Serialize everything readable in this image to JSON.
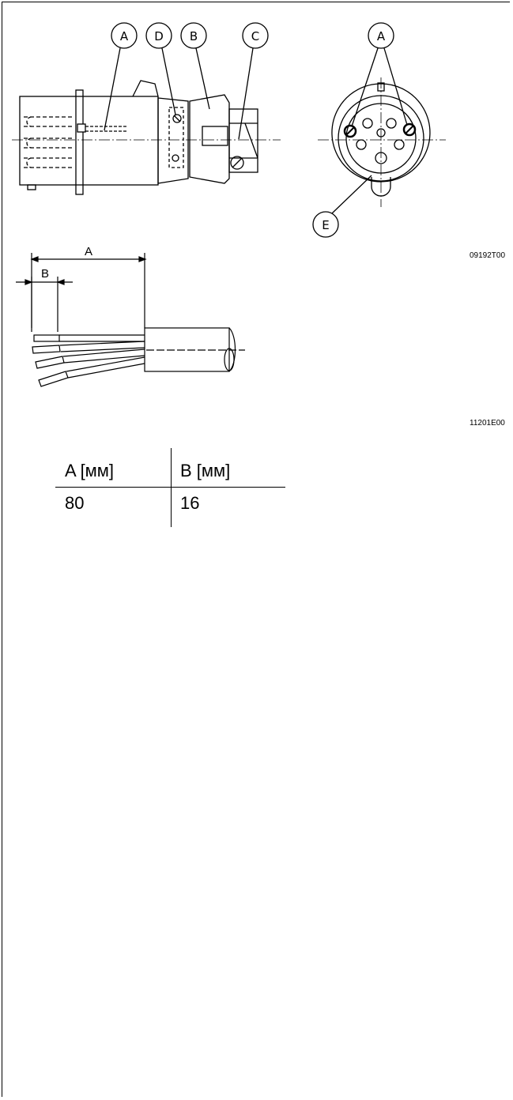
{
  "figure1": {
    "callouts_side": [
      "A",
      "D",
      "B",
      "C"
    ],
    "callouts_front": [
      "A",
      "E"
    ],
    "code": "09192T00"
  },
  "figure2": {
    "dim_a": "A",
    "dim_b": "B",
    "code": "11201E00"
  },
  "table": {
    "headers": [
      "A [мм]",
      "B [мм]"
    ],
    "rows": [
      [
        "80",
        "16"
      ]
    ]
  }
}
